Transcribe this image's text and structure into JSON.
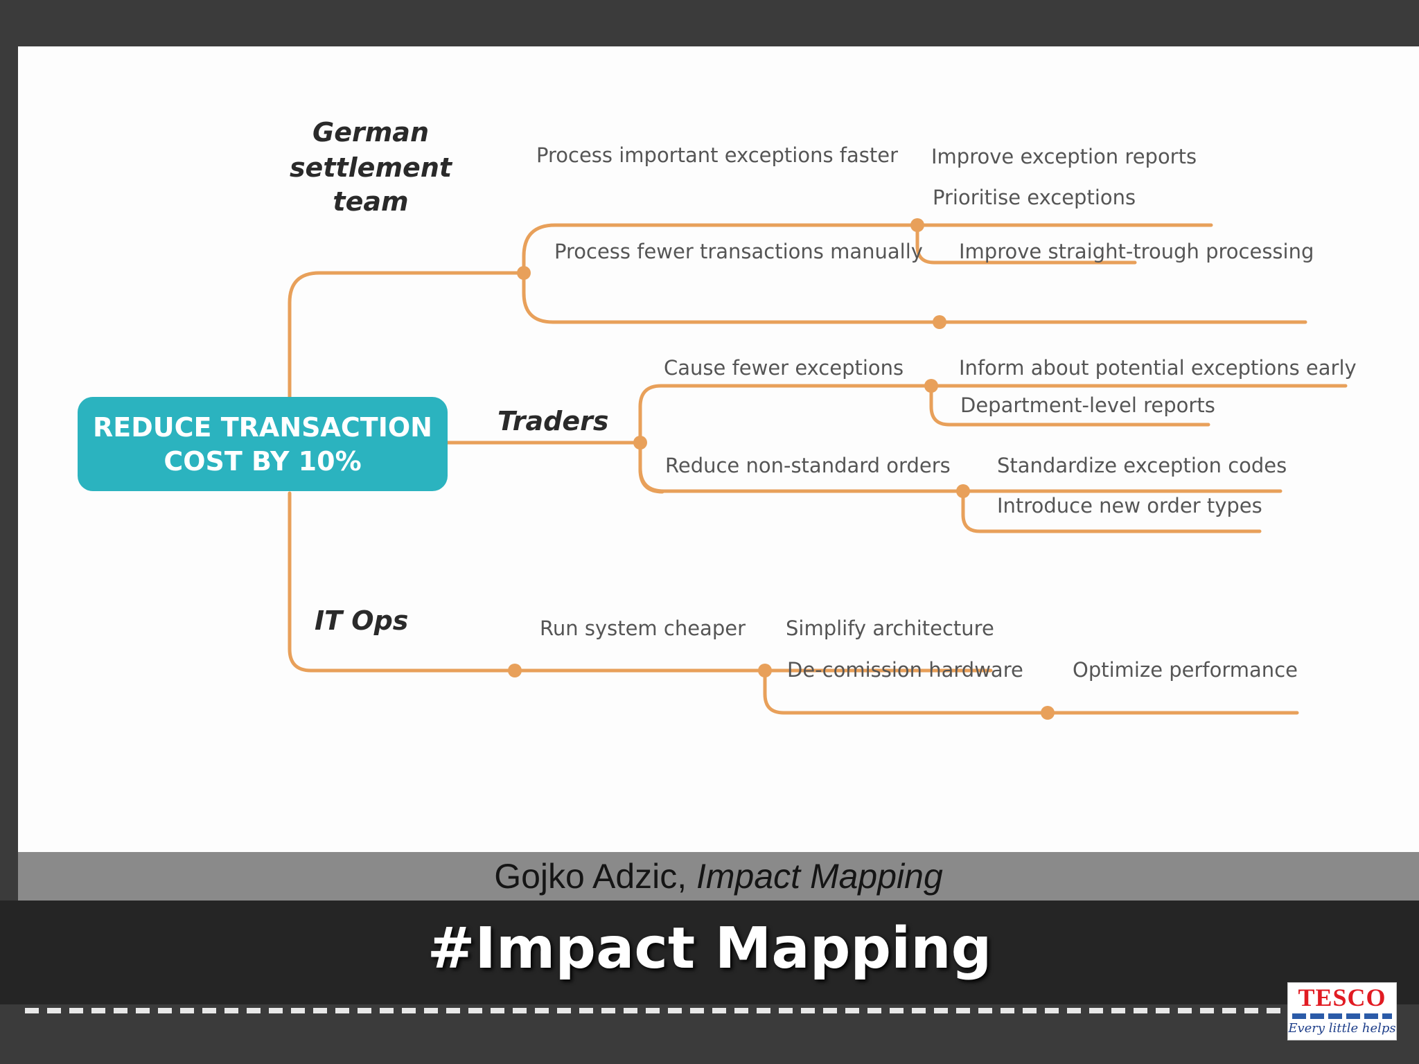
{
  "slide": {
    "title": "#Impact Mapping",
    "caption": {
      "author": "Gojko Adzic, ",
      "work": "Impact Mapping"
    }
  },
  "diagram": {
    "goal": {
      "line1": "REDUCE TRANSACTION",
      "line2": "COST BY 10%"
    },
    "actors": [
      {
        "label_lines": [
          "German",
          "settlement",
          "team"
        ],
        "impacts": [
          {
            "label": "Process important exceptions faster",
            "deliverables": [
              "Improve exception reports",
              "Prioritise exceptions"
            ]
          },
          {
            "label": "Process fewer transactions manually",
            "deliverables": [
              "Improve straight-trough processing"
            ]
          }
        ]
      },
      {
        "label_lines": [
          "Traders"
        ],
        "impacts": [
          {
            "label": "Cause fewer exceptions",
            "deliverables": [
              "Inform about potential exceptions early",
              "Department-level reports"
            ]
          },
          {
            "label": "Reduce non-standard orders",
            "deliverables": [
              "Standardize exception codes",
              "Introduce new order types"
            ]
          }
        ]
      },
      {
        "label_lines": [
          "IT Ops"
        ],
        "impacts": [
          {
            "label": "Run system cheaper",
            "deliverables": [
              "Simplify architecture",
              "De-comission hardware"
            ]
          }
        ],
        "sub": {
          "label": "Optimize performance"
        }
      }
    ],
    "colors": {
      "branch": "#e8a05a",
      "goal_fill": "#2bb3bf",
      "goal_text": "#ffffff",
      "actor_text": "#2a2a2a",
      "node_text": "#555555"
    }
  },
  "logo": {
    "word": "TESCO",
    "tagline": "Every little helps"
  }
}
